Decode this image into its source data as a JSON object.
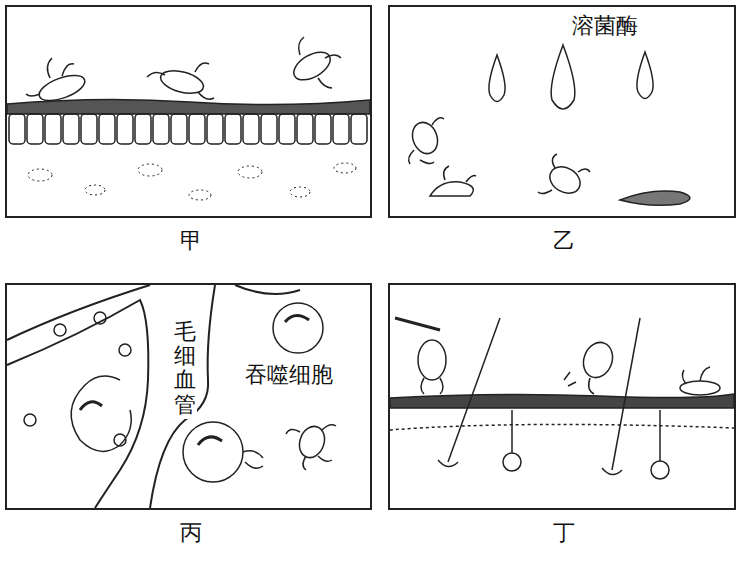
{
  "diagram": {
    "nodes": [
      {
        "text": [
          "甲"
        ]
      },
      {
        "text": [
          "溶菌酶",
          "乙"
        ]
      },
      {
        "text": [
          "毛细血管",
          "吞噬细胞",
          "丙"
        ]
      },
      {
        "text": [
          "丁"
        ]
      }
    ]
  }
}
